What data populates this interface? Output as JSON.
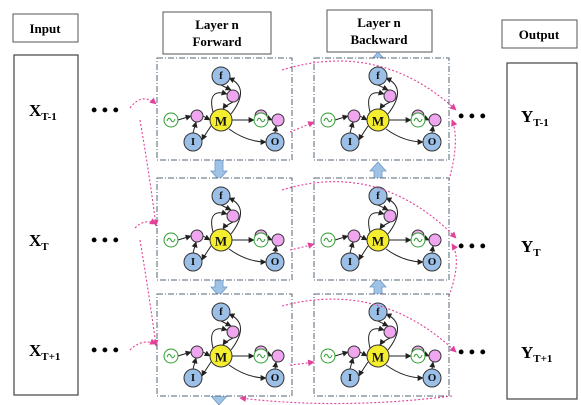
{
  "headers": {
    "input": "Input",
    "forward": [
      "Layer n",
      "Forward"
    ],
    "backward": [
      "Layer n",
      "Backward"
    ],
    "output": "Output"
  },
  "inputs": [
    {
      "main": "X",
      "sub": "T-1"
    },
    {
      "main": "X",
      "sub": "T"
    },
    {
      "main": "X",
      "sub": "T+1"
    }
  ],
  "outputs": [
    {
      "main": "Y",
      "sub": "T-1"
    },
    {
      "main": "Y",
      "sub": "T"
    },
    {
      "main": "Y",
      "sub": "T+1"
    }
  ],
  "ellipsis": "• • •",
  "node_labels": {
    "forget": "f",
    "input": "I",
    "output": "O",
    "memory": "M"
  },
  "colors": {
    "blue_node": "#9bbfe6",
    "pink_node": "#f0a6ee",
    "memory_node": "#f5ee2e",
    "activation_ring": "#2e9e2e",
    "recurrent_arrow": "#e2409a",
    "vertical_arrow": "#9fc3e6",
    "cell_border": "#556677",
    "column_border": "#444444"
  }
}
